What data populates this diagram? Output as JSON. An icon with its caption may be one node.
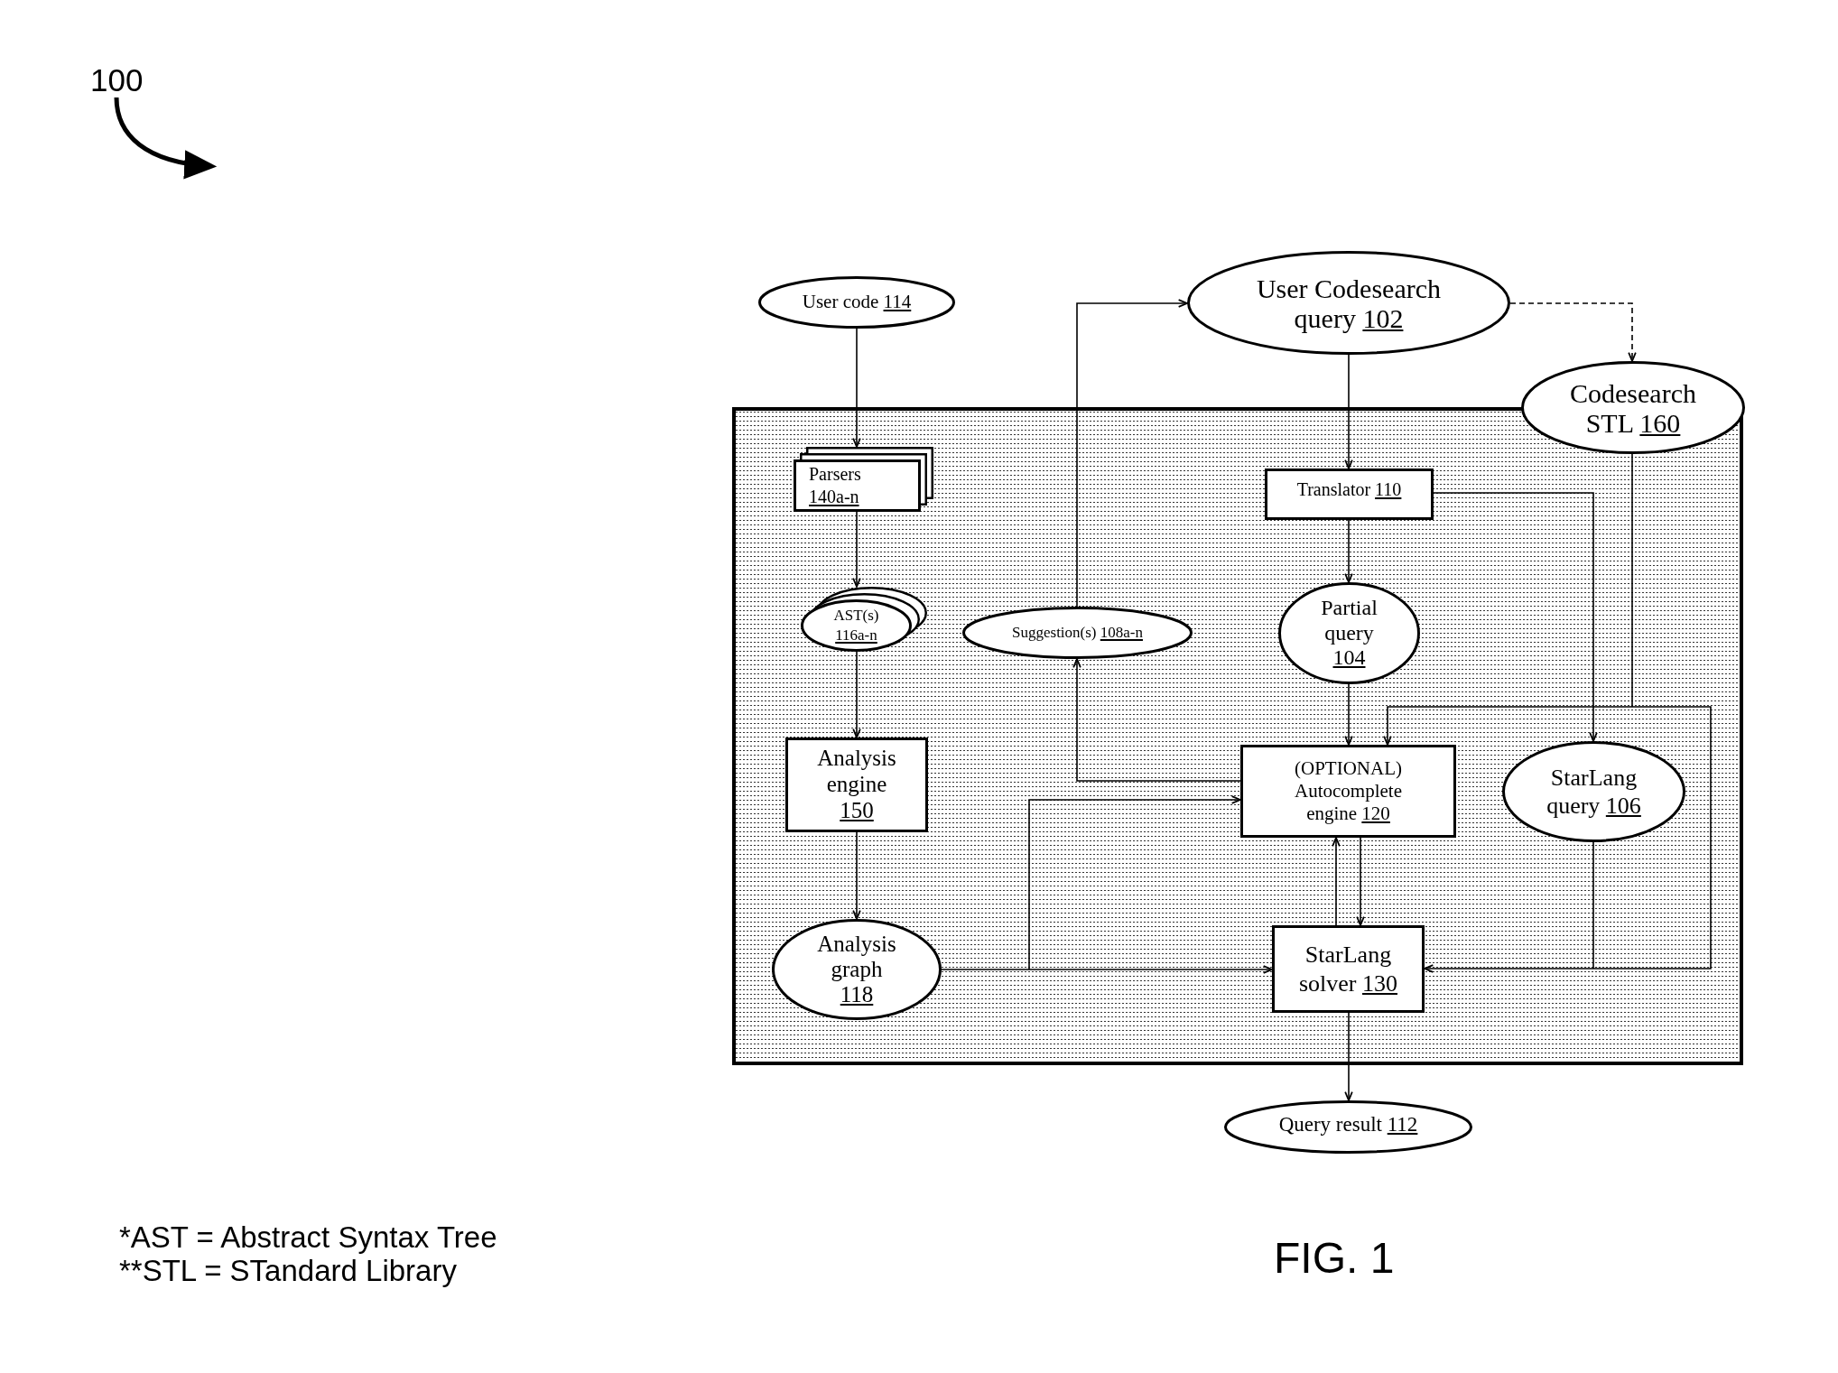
{
  "diagram": {
    "caption": "FIG. 1",
    "nodes": [
      {
        "text": [
          "100"
        ]
      },
      {
        "text": [
          "User code",
          "114"
        ]
      },
      {
        "text": [
          "User Codesearch query",
          "102"
        ]
      },
      {
        "text": [
          "Codesearch STL",
          "160"
        ]
      },
      {
        "text": [],
        "shape": "box"
      },
      {
        "text": [
          "Parsers",
          "140a-n"
        ],
        "in": 4
      },
      {
        "text": [
          "Translator",
          "110"
        ],
        "in": 4
      },
      {
        "text": [
          "AST(s)",
          "116a-n"
        ],
        "in": 4
      },
      {
        "text": [
          "Suggestion(s)",
          "108a-n"
        ],
        "in": 4
      },
      {
        "text": [
          "Partial query",
          "104"
        ],
        "in": 4
      },
      {
        "text": [
          "Analysis engine",
          "150"
        ],
        "in": 4
      },
      {
        "text": [
          "(OPTIONAL) Autocomplete engine",
          "120"
        ],
        "in": 4
      },
      {
        "text": [
          "StarLang query",
          "106"
        ],
        "in": 4
      },
      {
        "text": [
          "Analysis graph",
          "118"
        ],
        "in": 4
      },
      {
        "text": [
          "StarLang solver",
          "130"
        ],
        "in": 4
      },
      {
        "text": [
          "Query result",
          "112"
        ]
      }
    ],
    "edges": [
      {
        "from": 1,
        "to": 5,
        "arrow": "to"
      },
      {
        "from": 5,
        "to": 7,
        "arrow": "to"
      },
      {
        "from": 7,
        "to": 10,
        "arrow": "to"
      },
      {
        "from": 10,
        "to": 13,
        "arrow": "to"
      },
      {
        "from": 13,
        "to": 14,
        "arrow": "to"
      },
      {
        "from": 13,
        "to": 11,
        "arrow": "to"
      },
      {
        "from": 11,
        "to": 8,
        "arrow": "to"
      },
      {
        "from": 8,
        "to": 2,
        "arrow": "to"
      },
      {
        "from": 2,
        "to": 3,
        "arrow": "to",
        "style": "dashed"
      },
      {
        "from": 2,
        "to": 6,
        "arrow": "to"
      },
      {
        "from": 6,
        "to": 9,
        "arrow": "to"
      },
      {
        "from": 6,
        "to": 12,
        "arrow": "to"
      },
      {
        "from": 9,
        "to": 11,
        "arrow": "to"
      },
      {
        "from": 3,
        "to": 11,
        "arrow": "to"
      },
      {
        "from": 3,
        "to": 14,
        "arrow": "to"
      },
      {
        "from": 12,
        "to": 14,
        "arrow": "to"
      },
      {
        "from": 11,
        "to": 14,
        "arrow": "to"
      },
      {
        "from": 14,
        "to": 11,
        "arrow": "to"
      },
      {
        "from": 14,
        "to": 15,
        "arrow": "to"
      },
      {
        "from": 0,
        "to": null,
        "arrow": "to",
        "style": "thick"
      }
    ],
    "labels": [
      "*AST = Abstract Syntax Tree",
      "**STL = STandard Library"
    ]
  }
}
